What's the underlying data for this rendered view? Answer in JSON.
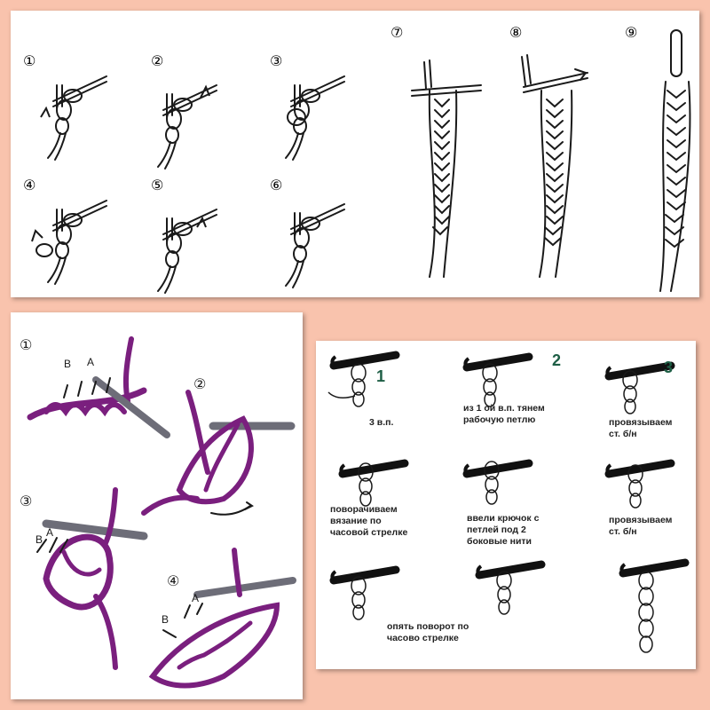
{
  "top_panel": {
    "steps": [
      {
        "label": "①"
      },
      {
        "label": "②"
      },
      {
        "label": "③"
      },
      {
        "label": "④"
      },
      {
        "label": "⑤"
      },
      {
        "label": "⑥"
      },
      {
        "label": "⑦"
      },
      {
        "label": "⑧"
      },
      {
        "label": "⑨"
      }
    ]
  },
  "left_panel": {
    "steps": [
      {
        "label": "①"
      },
      {
        "label": "②"
      },
      {
        "label": "③"
      },
      {
        "label": "④"
      }
    ],
    "loop_labels": {
      "b": "B",
      "a": "A"
    }
  },
  "right_panel": {
    "numbers": [
      "1",
      "2",
      "3"
    ],
    "captions": [
      {
        "lines": [
          "3 в.п."
        ]
      },
      {
        "lines": [
          "из 1 ой в.п. тянем",
          "рабочую петлю"
        ]
      },
      {
        "lines": [
          "провязываем",
          "ст. б/н"
        ]
      },
      {
        "lines": [
          "поворачиваем",
          "вязание по",
          "часовой стрелке"
        ]
      },
      {
        "lines": [
          "ввели крючок с",
          "петлей под 2",
          "боковые нити"
        ]
      },
      {
        "lines": [
          "провязываем",
          "ст. б/н"
        ]
      },
      {
        "lines": [
          "опять поворот по",
          "часово стрелке"
        ]
      }
    ]
  },
  "colors": {
    "background": "#f9c3ad",
    "panel": "#ffffff",
    "yarn_purple": "#7a1f7e",
    "hook_gray": "#6d6d78",
    "ink": "#1a1a1a",
    "number_green": "#1e5e45"
  }
}
